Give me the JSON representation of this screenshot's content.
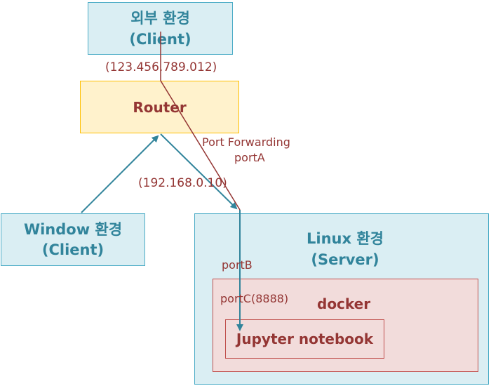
{
  "nodes": {
    "external": {
      "line1": "외부 환경",
      "line2": "(Client)"
    },
    "router": {
      "label": "Router"
    },
    "windows": {
      "line1": "Window 환경",
      "line2": "(Client)"
    },
    "linux": {
      "line1": "Linux 환경",
      "line2": "(Server)"
    },
    "docker": {
      "label": "docker"
    },
    "jupyter": {
      "label": "Jupyter notebook"
    }
  },
  "labels": {
    "external_ip": "(123.456.789.012)",
    "internal_ip": "(192.168.0.10)",
    "port_forwarding": "Port Forwarding",
    "port_a": "portA",
    "port_b": "portB",
    "port_c": "portC(8888)"
  },
  "colors": {
    "teal_line": "#31849b",
    "red_line": "#943634",
    "blue_fill": "#daeef3",
    "blue_border": "#4bacc6",
    "yellow_fill": "#fff2cc",
    "yellow_border": "#ffc000",
    "pink_fill": "#f2dcdb",
    "pink_border": "#c0504d"
  }
}
